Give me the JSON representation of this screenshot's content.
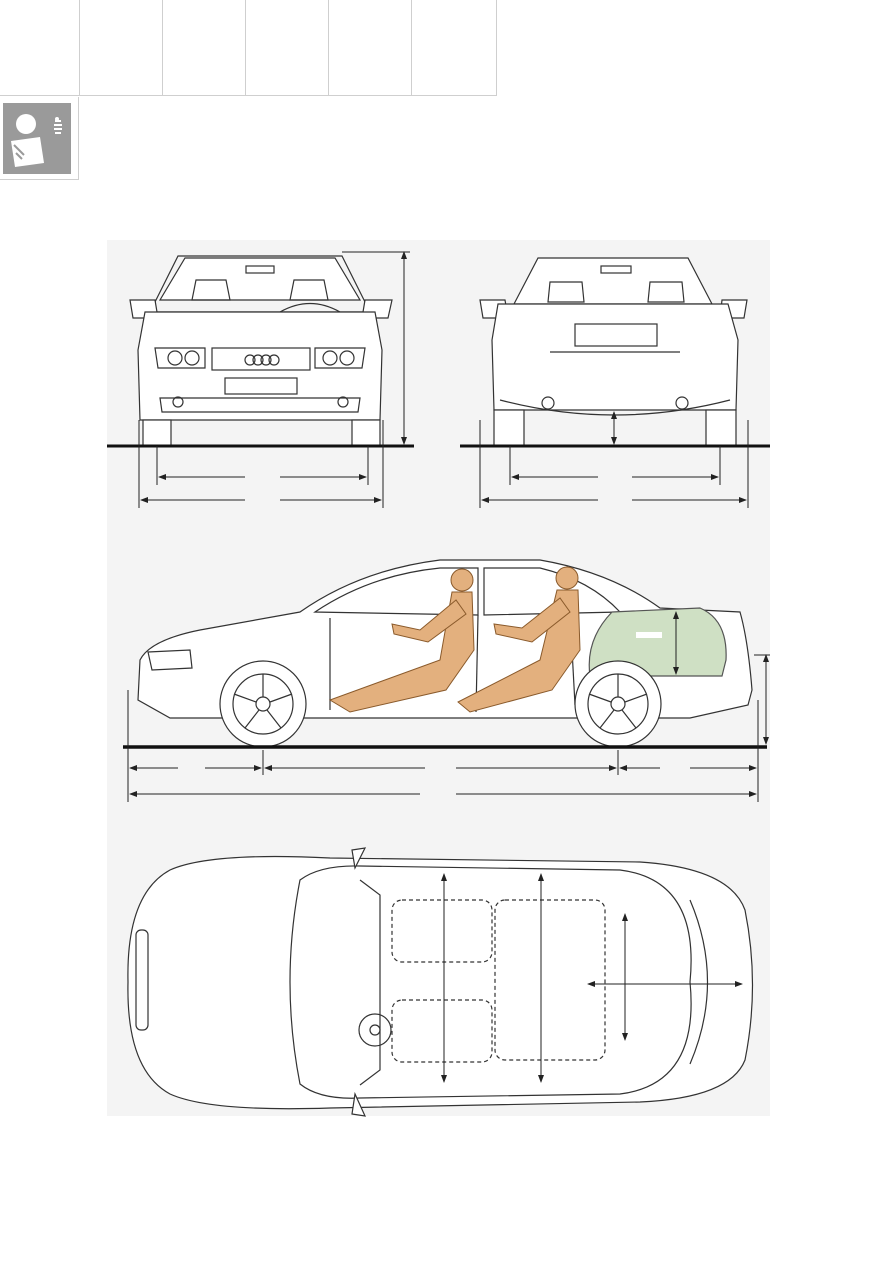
{
  "page": {
    "section": "vehicle-dimension-drawings",
    "tabs": [
      {
        "label": ""
      },
      {
        "label": ""
      },
      {
        "label": ""
      },
      {
        "label": ""
      },
      {
        "label": ""
      },
      {
        "label": ""
      }
    ],
    "info_icon": "reading-person-icon",
    "views": [
      "front-view",
      "rear-view",
      "side-view",
      "top-view"
    ],
    "colors": {
      "line": "#333333",
      "ground": "#111111",
      "panel": "#f4f4f4",
      "occupant": "#e3b07e",
      "luggage": "#cfe0c4",
      "icon_bg": "#9a9a9a",
      "grid": "#cfcfcf"
    }
  }
}
